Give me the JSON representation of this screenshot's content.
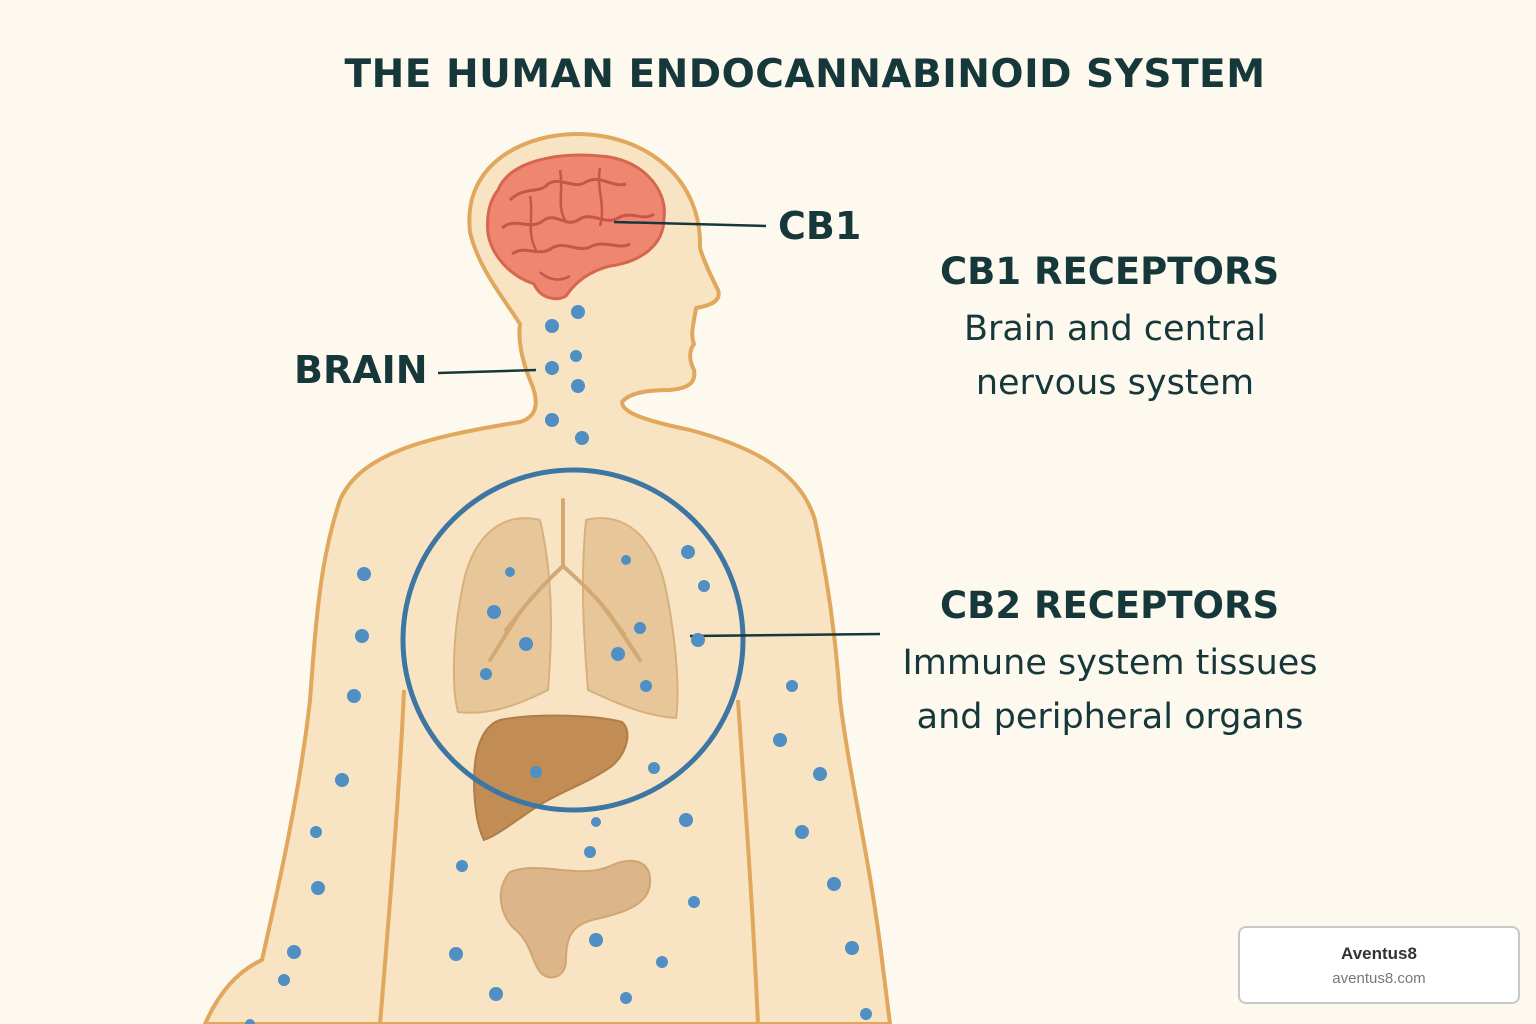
{
  "title": "THE HUMAN ENDOCANNABINOID SYSTEM",
  "labels": {
    "cb1": "CB1",
    "brain": "BRAIN"
  },
  "cb1_section": {
    "heading": "CB1 RECEPTORS",
    "description_line1": "Brain and central",
    "description_line2": "nervous system"
  },
  "cb2_section": {
    "heading": "CB2 RECEPTORS",
    "description_line1": "Immune system tissues",
    "description_line2": "and peripheral organs"
  },
  "brand": {
    "name": "Aventus8",
    "url": "aventus8.com"
  },
  "colors": {
    "background": "#fdf9ef",
    "body_fill": "#f8e4c2",
    "body_outline": "#e0a75d",
    "brain": "#ee8670",
    "receptor_dot": "#4f8fc4",
    "circle": "#3d75a3",
    "lungs": "#e7c79a",
    "liver": "#c28c55",
    "pancreas": "#dcb588",
    "text": "#16383a"
  }
}
